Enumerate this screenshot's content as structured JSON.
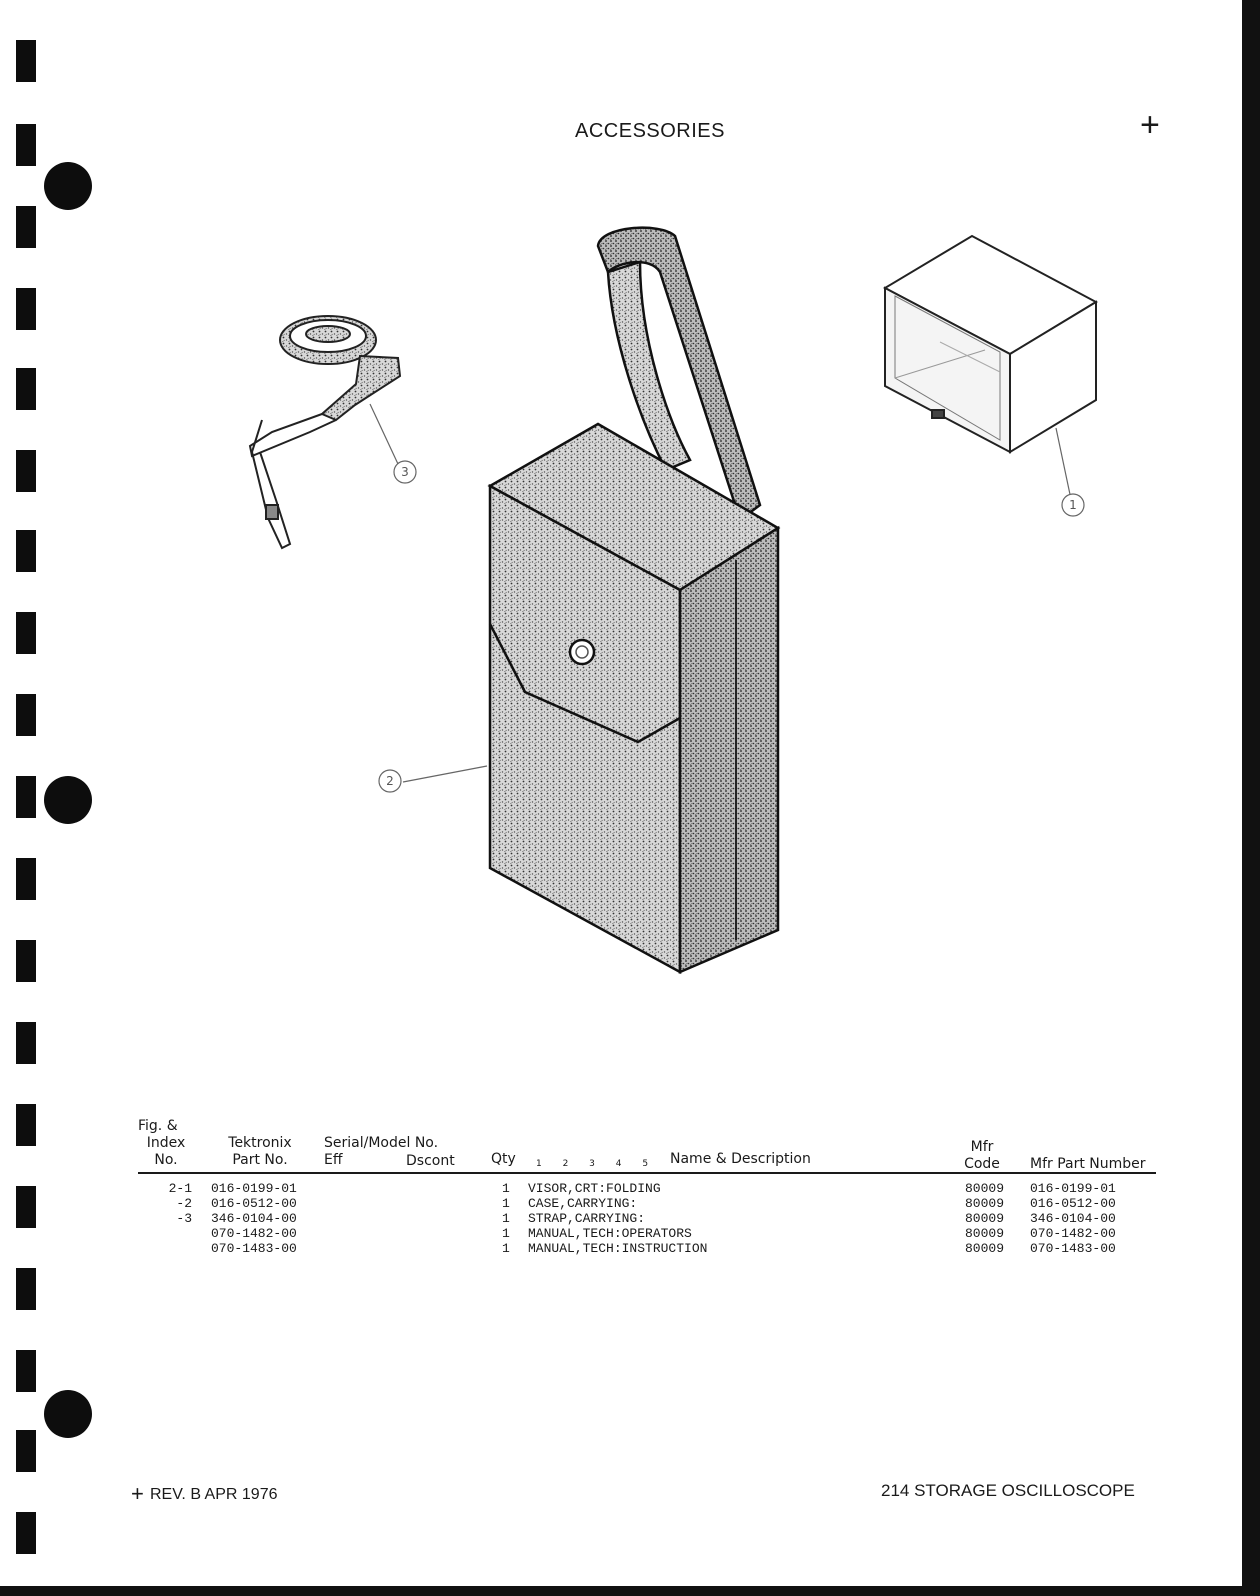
{
  "title": "ACCESSORIES",
  "callouts": [
    "1",
    "2",
    "3"
  ],
  "table": {
    "headers": {
      "fig_index": [
        "Fig. &",
        "Index",
        "No."
      ],
      "tektronix_part": [
        "Tektronix",
        "Part No."
      ],
      "serial_model": "Serial/Model No.",
      "eff": "Eff",
      "dscont": "Dscont",
      "qty": "Qty",
      "indent_levels": "1 2 3 4 5",
      "name_desc": "Name & Description",
      "mfr_code": [
        "Mfr",
        "Code"
      ],
      "mfr_part": "Mfr Part Number"
    },
    "rows": [
      {
        "index": "2-1",
        "part": "016-0199-01",
        "qty": "1",
        "desc": "VISOR,CRT:FOLDING",
        "mfr_code": "80009",
        "mfr_part": "016-0199-01"
      },
      {
        "index": "-2",
        "part": "016-0512-00",
        "qty": "1",
        "desc": "CASE,CARRYING:",
        "mfr_code": "80009",
        "mfr_part": "016-0512-00"
      },
      {
        "index": "-3",
        "part": "346-0104-00",
        "qty": "1",
        "desc": "STRAP,CARRYING:",
        "mfr_code": "80009",
        "mfr_part": "346-0104-00"
      },
      {
        "index": "",
        "part": "070-1482-00",
        "qty": "1",
        "desc": "MANUAL,TECH:OPERATORS",
        "mfr_code": "80009",
        "mfr_part": "070-1482-00"
      },
      {
        "index": "",
        "part": "070-1483-00",
        "qty": "1",
        "desc": "MANUAL,TECH:INSTRUCTION",
        "mfr_code": "80009",
        "mfr_part": "070-1483-00"
      }
    ]
  },
  "footer": {
    "revision": "REV. B APR 1976",
    "product": "214 STORAGE OSCILLOSCOPE"
  }
}
